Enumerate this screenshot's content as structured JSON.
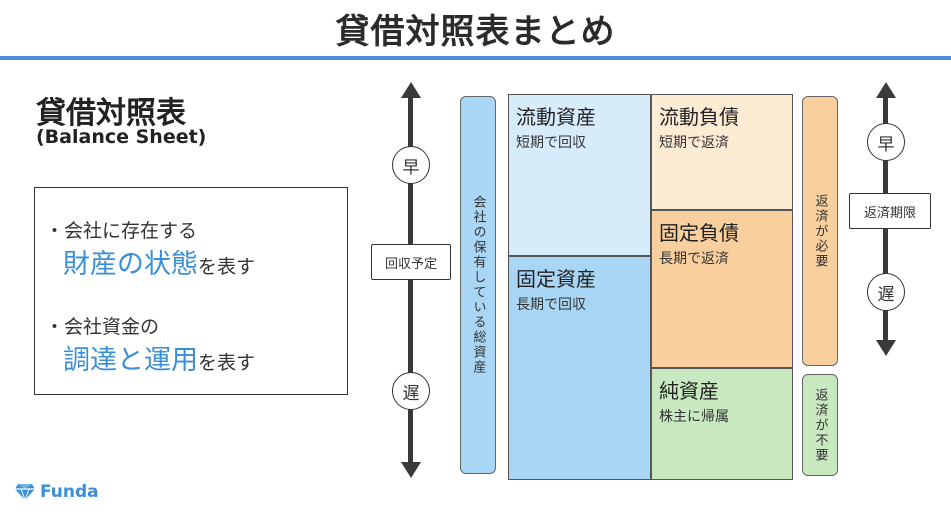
{
  "header": {
    "title": "貸借対照表まとめ"
  },
  "left_panel": {
    "heading": "貸借対照表",
    "subheading": "(Balance Sheet)",
    "points": [
      {
        "prefix": "・会社に存在する",
        "highlight": "財産の状態",
        "suffix": "を表す"
      },
      {
        "prefix": "・会社資金の",
        "highlight": "調達と運用",
        "suffix": "を表す"
      }
    ]
  },
  "left_axis": {
    "top_label": "早",
    "middle_label": "回収予定",
    "bottom_label": "遅"
  },
  "total_assets_label": "会社の保有している総資産",
  "assets": [
    {
      "title": "流動資産",
      "subtitle": "短期で回収"
    },
    {
      "title": "固定資産",
      "subtitle": "長期で回収"
    }
  ],
  "liabilities_equity": [
    {
      "title": "流動負債",
      "subtitle": "短期で返済"
    },
    {
      "title": "固定負債",
      "subtitle": "長期で返済"
    },
    {
      "title": "純資産",
      "subtitle": "株主に帰属"
    }
  ],
  "repayment_labels": {
    "required": "返済が必要",
    "not_required": "返済が不要"
  },
  "right_axis": {
    "top_label": "早",
    "middle_label": "返済期限",
    "bottom_label": "遅"
  },
  "brand": {
    "name": "Funda"
  },
  "colors": {
    "accent_blue": "#3a8fd8",
    "current_assets": "#d6ecfb",
    "fixed_assets": "#a9d6f5",
    "current_liabilities": "#fdebd4",
    "fixed_liabilities": "#f9cf9e",
    "equity": "#c8e8c0"
  }
}
